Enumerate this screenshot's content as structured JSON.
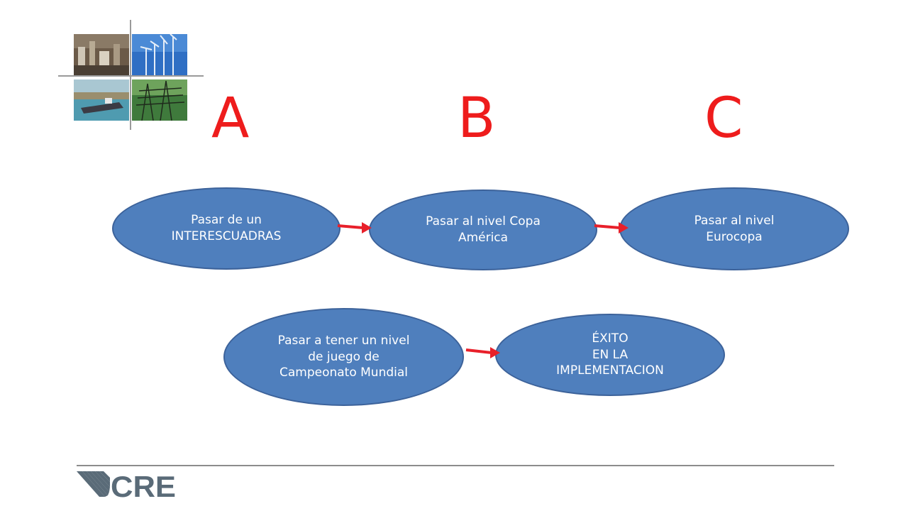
{
  "header": {
    "letters": [
      "A",
      "B",
      "C"
    ]
  },
  "diagram": {
    "nodes": [
      {
        "id": "n1",
        "label": "Pasar de un\nINTERESCUADRAS"
      },
      {
        "id": "n2",
        "label": "Pasar al nivel Copa\nAmérica"
      },
      {
        "id": "n3",
        "label": "Pasar al nivel\nEurocopa"
      },
      {
        "id": "n4",
        "label": "Pasar a tener un nivel\nde juego  de\nCampeonato Mundial"
      },
      {
        "id": "n5",
        "label": "ÉXITO\nEN LA\nIMPLEMENTACION"
      }
    ],
    "edges": [
      {
        "from": "n1",
        "to": "n2"
      },
      {
        "from": "n2",
        "to": "n3"
      },
      {
        "from": "n4",
        "to": "n5"
      }
    ],
    "node_color": "#4f7fbd",
    "arrow_color": "#e8202a",
    "letter_color": "#ee1c1c"
  },
  "footer": {
    "logo_text": "CRE",
    "logo_color": "#5a6b78"
  }
}
